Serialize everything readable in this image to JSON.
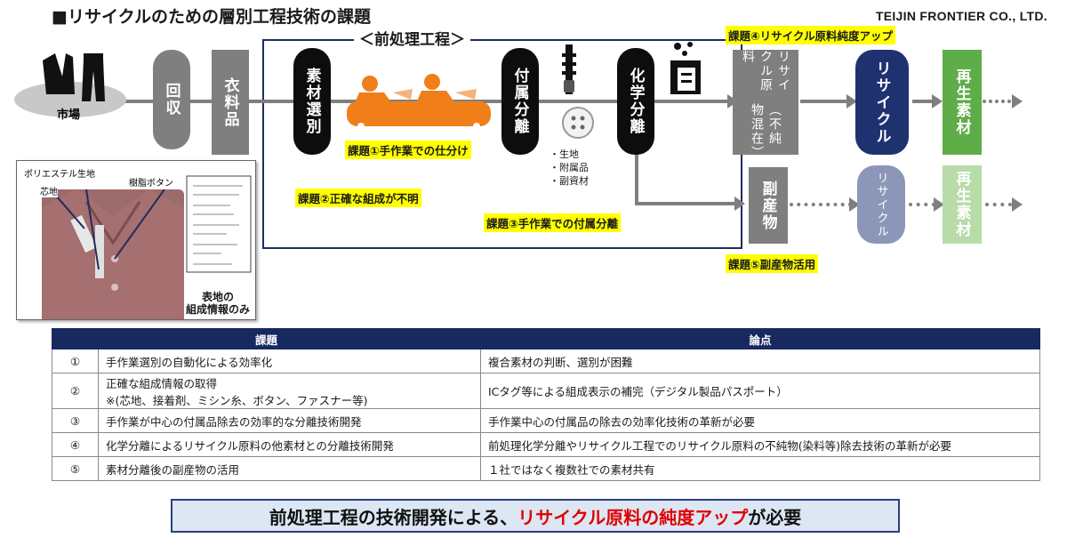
{
  "header": {
    "title": "■リサイクルのための層別工程技術の課題",
    "brand": "TEIJIN FRONTIER CO., LTD."
  },
  "flow": {
    "pre_label": "＜前処理工程＞",
    "market_label": "市場",
    "steps": {
      "collect": "回収",
      "clothing": "衣料品",
      "sorting": "素材選別",
      "accessory_sep": "付属分離",
      "chem_sep": "化学分離",
      "recycled_raw": "リサイクル原料",
      "recycled_raw_sub": "（不純物混在）",
      "recycle": "リサイクル",
      "regen": "再生素材",
      "byproduct": "副産物",
      "recycle2": "リサイクル",
      "regen2": "再生素材"
    },
    "accessory_list": [
      "・生地",
      "・附属品",
      "・副資材"
    ],
    "issues": {
      "i1": "課題①手作業での仕分け",
      "i2": "課題②正確な組成が不明",
      "i3": "課題③手作業での付属分離",
      "i4": "課題④リサイクル原料純度アップ",
      "i5": "課題⑤副産物活用"
    },
    "photo": {
      "label_poly": "ポリエステル生地",
      "label_core": "芯地",
      "label_button": "樹脂ボタン",
      "caption": "表地の\n組成情報のみ"
    }
  },
  "table": {
    "headers": [
      "課題",
      "論点"
    ],
    "rows": [
      {
        "num": "①",
        "issue": "手作業選別の自動化による効率化",
        "issue2": "",
        "point": "複合素材の判断、選別が困難"
      },
      {
        "num": "②",
        "issue": "正確な組成情報の取得",
        "issue2": "※(芯地、接着剤、ミシン糸、ボタン、ファスナー等)",
        "point": "ICタグ等による組成表示の補完（デジタル製品パスポート）"
      },
      {
        "num": "③",
        "issue": "手作業が中心の付属品除去の効率的な分離技術開発",
        "issue2": "",
        "point": "手作業中心の付属品の除去の効率化技術の革新が必要"
      },
      {
        "num": "④",
        "issue": "化学分離によるリサイクル原料の他素材との分離技術開発",
        "issue2": "",
        "point": "前処理化学分離やリサイクル工程でのリサイクル原料の不純物(染料等)除去技術の革新が必要"
      },
      {
        "num": "⑤",
        "issue": "素材分離後の副産物の活用",
        "issue2": "",
        "point": "１社ではなく複数社での素材共有"
      }
    ]
  },
  "conclusion": {
    "pre": "前処理工程の技術開発による、",
    "highlight": "リサイクル原料の純度アップ",
    "post": "が必要"
  },
  "colors": {
    "navy": "#17295e",
    "highlight_red": "#e00000",
    "yellow": "#ffff00",
    "green": "#5fad48",
    "grey": "#7f7f7f"
  }
}
